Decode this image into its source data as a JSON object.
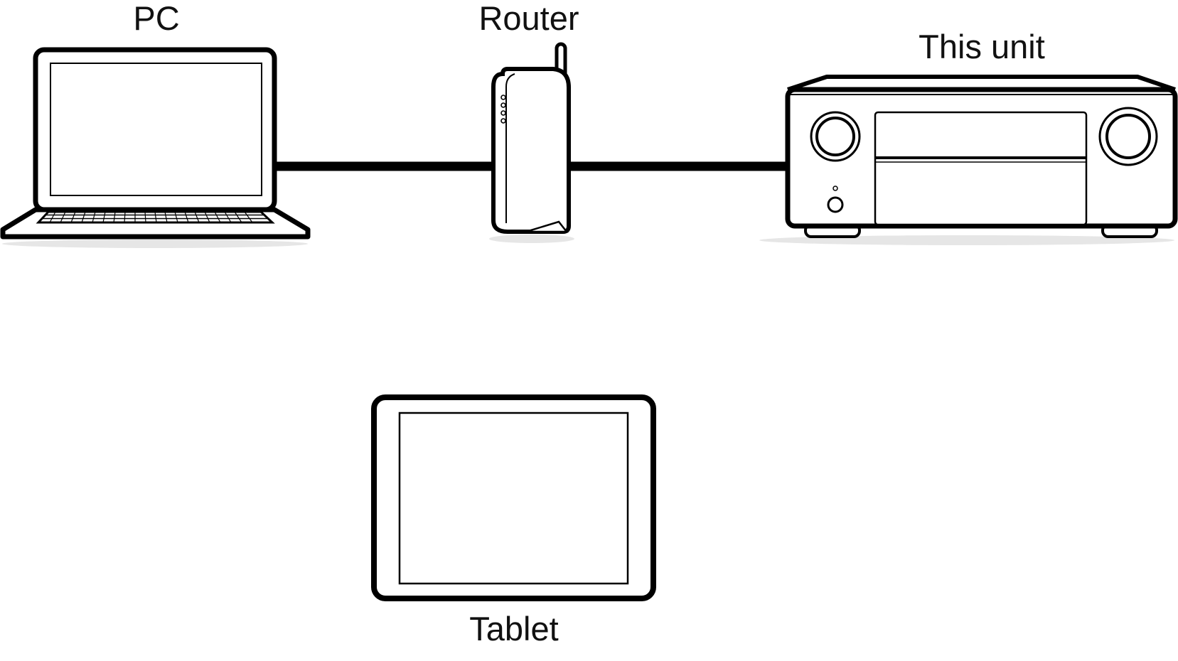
{
  "devices": {
    "pc": {
      "label": "PC"
    },
    "router": {
      "label": "Router"
    },
    "unit": {
      "label": "This unit"
    },
    "tablet": {
      "label": "Tablet"
    }
  },
  "colors": {
    "line": "#000000",
    "shadow": "#e6e6e6",
    "background": "#ffffff"
  }
}
